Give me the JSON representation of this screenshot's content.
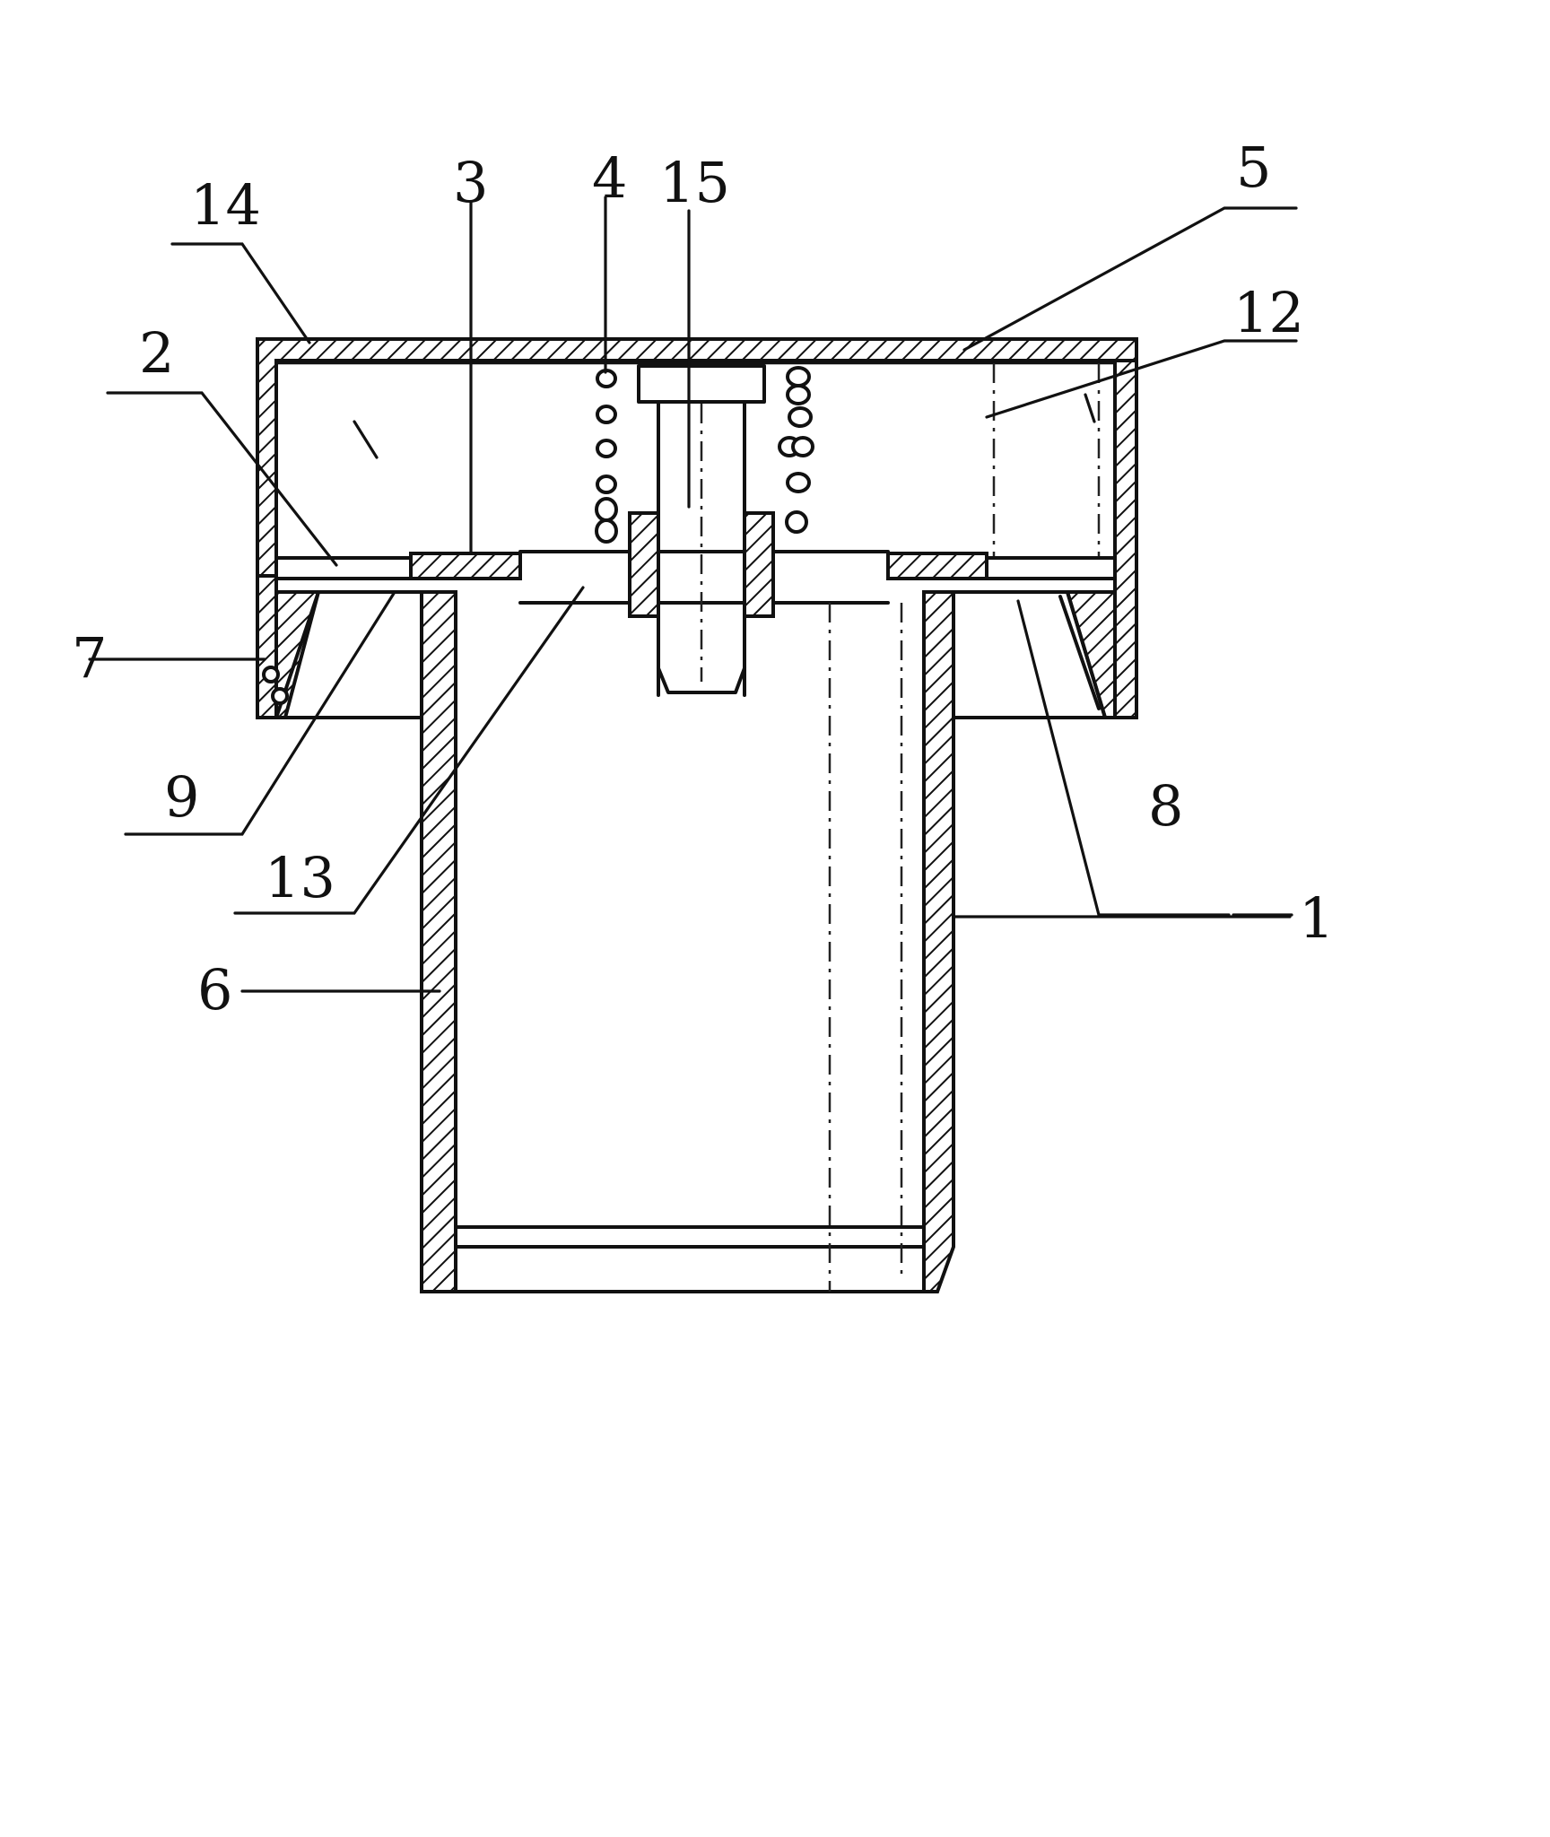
{
  "figure": {
    "labels": {
      "l1": "1",
      "l2": "2",
      "l3": "3",
      "l4": "4",
      "l5": "5",
      "l6": "6",
      "l7": "7",
      "l8": "8",
      "l9": "9",
      "l12": "12",
      "l13": "13",
      "l14": "14",
      "l15": "15"
    }
  }
}
